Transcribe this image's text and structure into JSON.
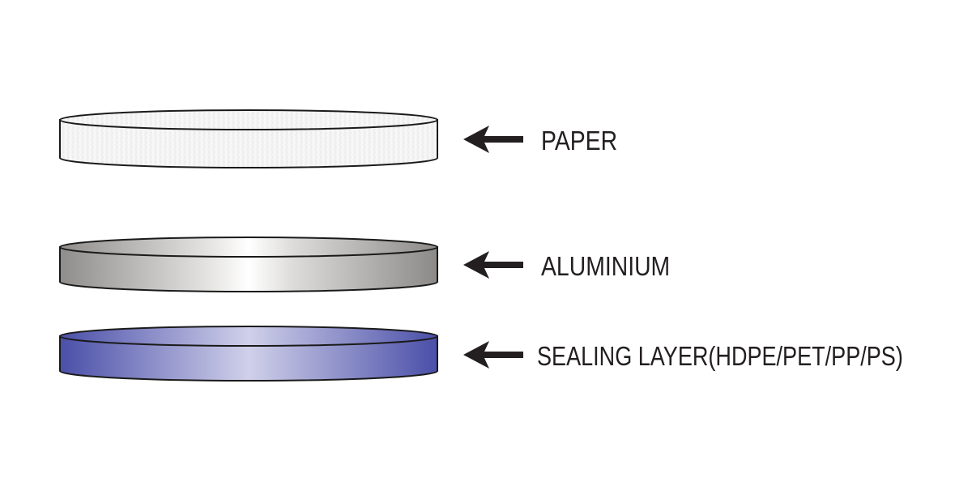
{
  "layers": [
    {
      "label": "PAPER",
      "color": "#f4f4f4"
    },
    {
      "label": "ALUMINIUM",
      "color": "#8e8c8a"
    },
    {
      "label": "SEALING LAYER(HDPE/PET/PP/PS)",
      "color": "#4a4fa8"
    }
  ],
  "colors": {
    "outline": "#1a1a1a",
    "arrow": "#231f20",
    "text": "#231f20"
  }
}
